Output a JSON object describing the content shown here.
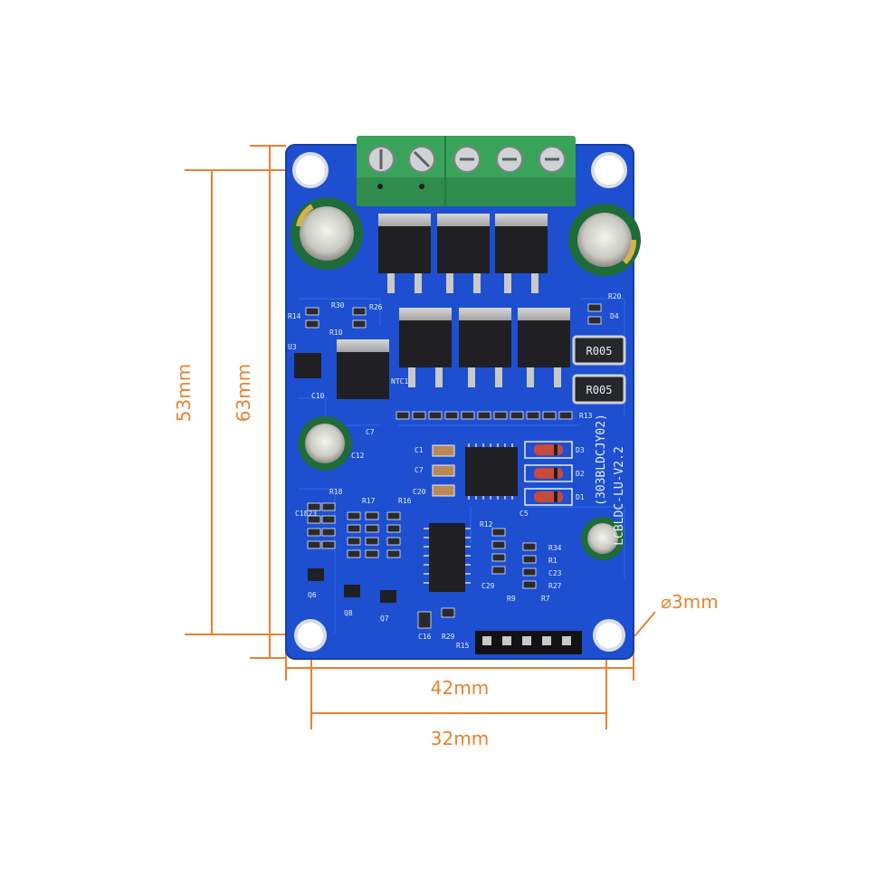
{
  "colors": {
    "dimension": "#e8822e",
    "pcb": "#1d4fd0",
    "terminal": "#3aa35a",
    "silkscreen": "#e9eef7",
    "ic": "#1f1f24"
  },
  "dimensions": {
    "height_inner": "53mm",
    "height_outer": "63mm",
    "width_outer": "42mm",
    "width_inner": "32mm",
    "hole": "⌀3mm"
  },
  "board": {
    "title_line1": "LCBLDC-LU-V2.2",
    "title_line2": "(303BLDCJY02)",
    "resistor_label": "R005",
    "labels": {
      "r20": "R20",
      "d4": "D4",
      "r13": "R13",
      "r14": "R14",
      "r30": "R30",
      "r26": "R26",
      "r10": "R10",
      "u3": "U3",
      "c10": "C10",
      "c7": "C7",
      "c12": "C12",
      "ntc1": "NTC1",
      "c1": "C1",
      "c7b": "C7",
      "c20": "C20",
      "r18": "R18",
      "c1823": "C1823",
      "r17": "R17",
      "r16": "R16",
      "r34": "R34",
      "r1": "R1",
      "c23": "C23",
      "r27": "R27",
      "r7": "R7",
      "q6": "Q6",
      "q8": "Q8",
      "q7": "Q7",
      "c16": "C16",
      "r29": "R29",
      "r15": "R15",
      "d3": "D3",
      "d2": "D2",
      "d1": "D1",
      "r12": "R12",
      "c29": "C29",
      "r9": "R9",
      "c5": "C5"
    }
  }
}
